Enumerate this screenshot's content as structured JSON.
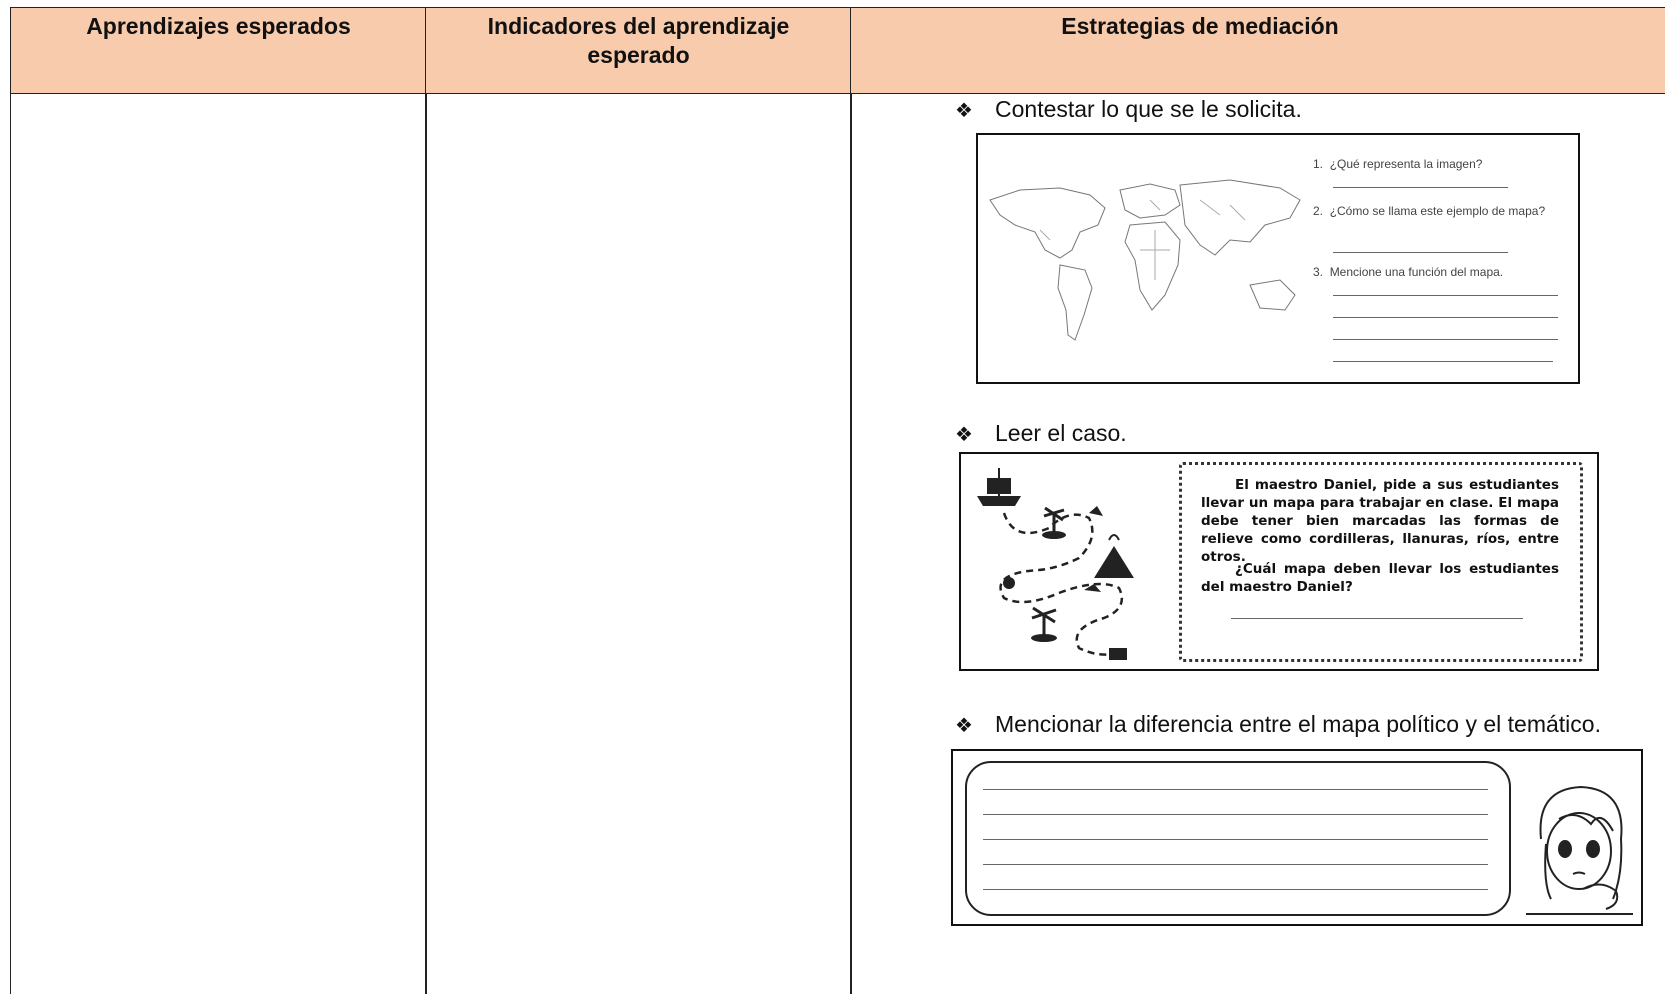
{
  "table": {
    "headers": [
      "Aprendizajes esperados",
      "Indicadores del aprendizaje esperado",
      "Estrategias de mediación"
    ]
  },
  "strategies": [
    {
      "bullet": "Contestar lo que se le solicita.",
      "questions": [
        {
          "num": "1.",
          "text": "¿Qué representa la imagen?"
        },
        {
          "num": "2.",
          "text": "¿Cómo se llama este ejemplo de mapa?"
        },
        {
          "num": "3.",
          "text": "Mencione una función del mapa."
        }
      ]
    },
    {
      "bullet": "Leer el caso.",
      "case_paragraph1": "El maestro Daniel, pide a sus estudiantes llevar un mapa para trabajar en clase. El mapa debe tener bien marcadas las formas de relieve como cordilleras, llanuras, ríos, entre otros.",
      "case_paragraph2": "¿Cuál mapa deben llevar los estudiantes del maestro Daniel?"
    },
    {
      "bullet": "Mencionar la diferencia entre el mapa político y el temático."
    }
  ],
  "icons": [
    "diamond-bullet-icon",
    "world-map-icon",
    "treasure-map-icon",
    "thinking-girl-icon"
  ]
}
